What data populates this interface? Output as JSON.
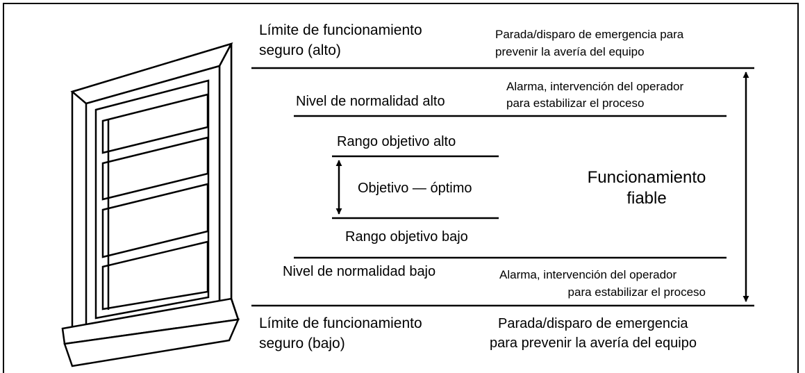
{
  "safe_limit_high": {
    "label_lines": [
      "Límite de funcionamiento",
      "seguro (alto)"
    ],
    "action_lines": [
      "Parada/disparo de emergencia para",
      "prevenir la avería del equipo"
    ]
  },
  "normal_high": {
    "label": "Nivel de normalidad alto",
    "action_lines": [
      "Alarma, intervención del operador",
      "para estabilizar el proceso"
    ]
  },
  "target_high": {
    "label": "Rango objetivo alto"
  },
  "target_optimal": {
    "label": "Objetivo — óptimo"
  },
  "target_low": {
    "label": "Rango objetivo bajo"
  },
  "reliable_operation": {
    "label_lines": [
      "Funcionamiento",
      "fiable"
    ]
  },
  "normal_low": {
    "label": "Nivel de normalidad bajo",
    "action_lines": [
      "Alarma, intervención del operador",
      "para estabilizar el proceso"
    ]
  },
  "safe_limit_low": {
    "label_lines": [
      "Límite de funcionamiento",
      "seguro (bajo)"
    ],
    "action_lines": [
      "Parada/disparo de emergencia",
      "para prevenir la avería del equipo"
    ]
  }
}
